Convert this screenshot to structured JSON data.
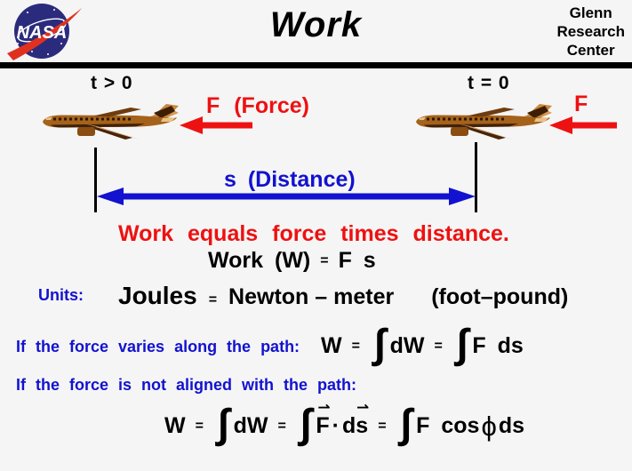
{
  "colors": {
    "background": "#f5f5f5",
    "red": "#ee1111",
    "blue": "#1212d0",
    "black": "#000000",
    "nasa_insignia_blue": "#2b2b7e",
    "nasa_insignia_red": "#e0311f",
    "airplane_brown": "#a5621a"
  },
  "header": {
    "logo_text": "NASA",
    "title": "Work",
    "org": [
      "Glenn",
      "Research",
      "Center"
    ]
  },
  "icons": {
    "nasa_logo": "nasa-meatball-insignia",
    "airplane": "airliner-side-view",
    "force_arrow": "red-left-arrow",
    "distance_arrow": "blue-double-headed-arrow"
  },
  "scene": {
    "left_time": "t > 0",
    "right_time": "t = 0",
    "force_label": "F (Force)",
    "force_label_right": "F",
    "distance_label": "s (Distance)"
  },
  "equations": {
    "statement": "Work equals force times distance.",
    "work_def": {
      "lhs": "Work (W)",
      "eq": "=",
      "rhs": "F s"
    },
    "units": {
      "label": "Units:",
      "joules": "Joules",
      "eq": "=",
      "si": "Newton – meter",
      "english": "(foot–pound)"
    },
    "varies": {
      "label": "If the force varies along the path:",
      "w": "W",
      "eq1": "=",
      "int1": "∫",
      "dw": "dW",
      "eq2": "=",
      "int2": "∫",
      "fds": "F ds"
    },
    "not_aligned": {
      "label": "If the force is not aligned with the path:",
      "w": "W",
      "eq1": "=",
      "int1": "∫",
      "dw": "dW",
      "eq2": "=",
      "int2": "∫",
      "f": "F",
      "dot": "·",
      "ds": "ds",
      "vec_arrow": "⇀",
      "eq3": "=",
      "int3": "∫",
      "fcos": "F cos",
      "phi": "ϕ",
      "ds2": "ds"
    }
  }
}
